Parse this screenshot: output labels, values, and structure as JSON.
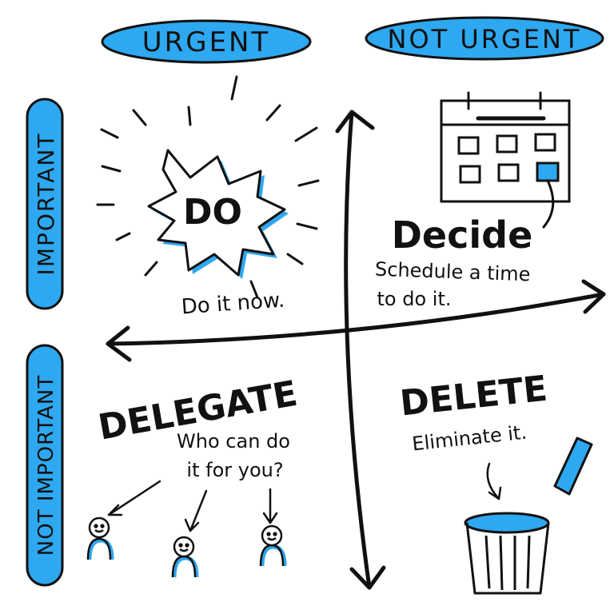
{
  "columns": {
    "left": "URGENT",
    "right": "NOT URGENT"
  },
  "rows": {
    "top": "IMPORTANT",
    "bottom": "NOT IMPORTANT"
  },
  "quadrants": {
    "do": {
      "title": "DO",
      "subtitle": "Do it now."
    },
    "decide": {
      "title": "Decide",
      "subtitle_line1": "Schedule a time",
      "subtitle_line2": "to do it."
    },
    "delegate": {
      "title": "DELEGATE",
      "subtitle_line1": "Who can do",
      "subtitle_line2": "it for you?"
    },
    "delete": {
      "title": "DELETE",
      "subtitle": "Eliminate it."
    }
  },
  "colors": {
    "accent": "#2ea8f0",
    "ink": "#111111"
  },
  "icons": [
    "starburst-icon",
    "calendar-icon",
    "person-icon",
    "trash-can-icon"
  ]
}
